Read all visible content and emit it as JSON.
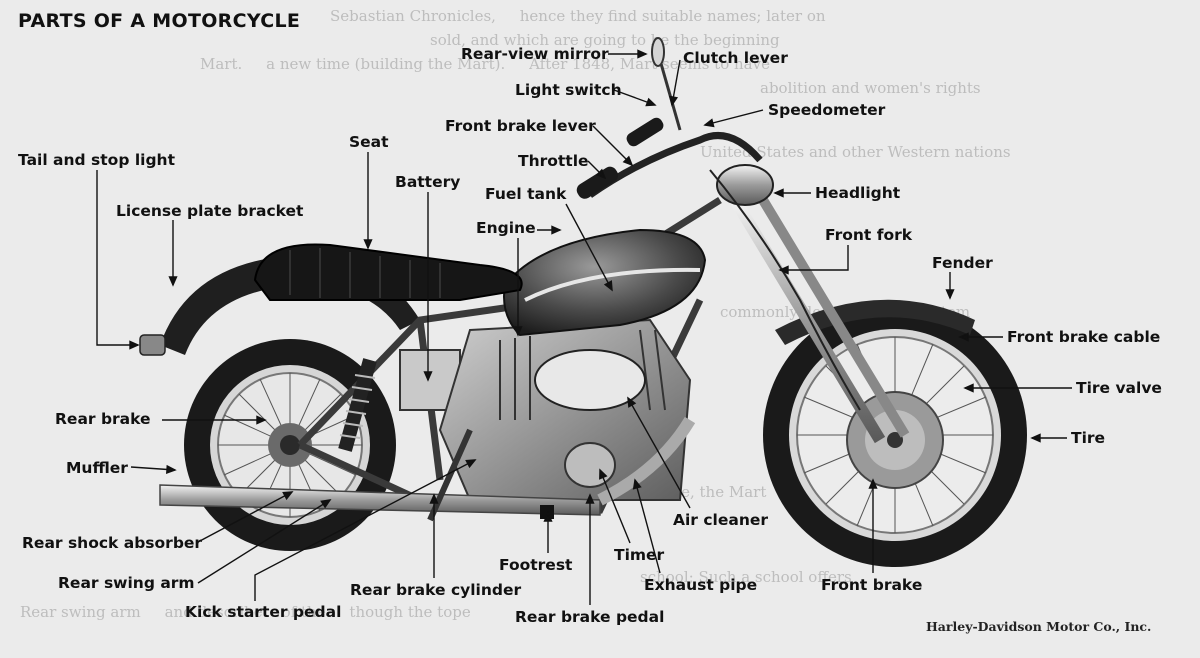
{
  "title": "PARTS OF A MOTORCYCLE",
  "labels": {
    "rear_view_mirror": "Rear-view mirror",
    "clutch_lever": "Clutch lever",
    "light_switch": "Light switch",
    "speedometer": "Speedometer",
    "front_brake_lever": "Front brake lever",
    "throttle": "Throttle",
    "headlight": "Headlight",
    "front_fork": "Front fork",
    "fender": "Fender",
    "front_brake_cable": "Front brake cable",
    "tire_valve": "Tire valve",
    "tire": "Tire",
    "tail_and_stop_light": "Tail and stop light",
    "license_plate_bracket": "License plate bracket",
    "seat": "Seat",
    "battery": "Battery",
    "fuel_tank": "Fuel tank",
    "engine": "Engine",
    "rear_brake": "Rear brake",
    "muffler": "Muffler",
    "rear_shock_absorber": "Rear shock absorber",
    "rear_swing_arm": "Rear swing arm",
    "kick_starter_pedal": "Kick starter pedal",
    "rear_brake_cylinder": "Rear brake cylinder",
    "rear_brake_pedal": "Rear brake pedal",
    "exhaust_pipe": "Exhaust pipe",
    "timer": "Timer",
    "footrest": "Footrest",
    "air_cleaner": "Air cleaner",
    "front_brake": "Front brake"
  },
  "credit": "Harley-Davidson Motor Co., Inc."
}
